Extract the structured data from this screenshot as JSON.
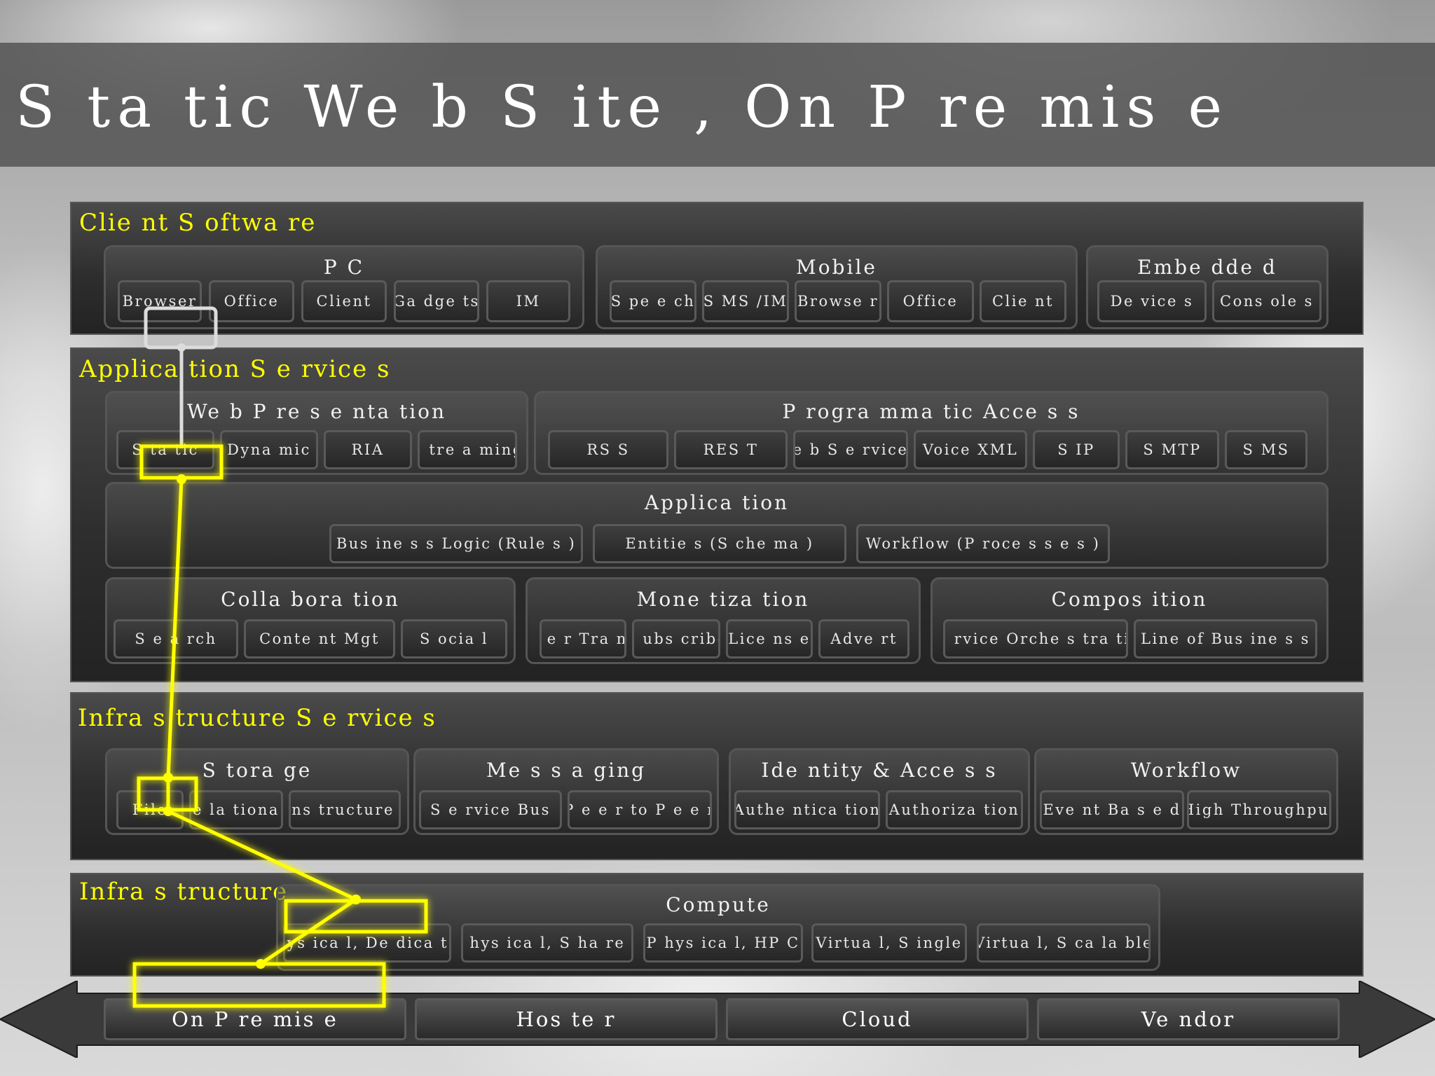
{
  "title": "S ta tic  We b  S ite , On  P re mis e",
  "colors": {
    "highlight": "#ffff00",
    "layer_title": "#ffff00"
  },
  "layers": [
    {
      "title": "Clie nt S oftwa re",
      "groups": [
        {
          "title": "P C",
          "items": [
            "Browser",
            "Office",
            "Client",
            "Ga dge ts",
            "IM"
          ]
        },
        {
          "title": "Mobile",
          "items": [
            "S pe e ch",
            "S MS /IM",
            "Browse r",
            "Office",
            "Clie nt"
          ]
        },
        {
          "title": "Embe dde d",
          "items": [
            "De vice s",
            "Cons ole s"
          ]
        }
      ]
    },
    {
      "title": "Applica tion S e rvice s",
      "groups": [
        {
          "title": "We b P re s e nta tion",
          "items": [
            "S ta tic",
            "Dyna mic",
            "RIA",
            "S tre a ming"
          ]
        },
        {
          "title": "P rogra mma tic Acce s s",
          "items": [
            "RS S",
            "RES T",
            "We b S e rvice s",
            "Voice XML",
            "S IP",
            "S MTP",
            "S MS"
          ]
        },
        {
          "title": "Applica tion",
          "items": [
            "Bus ine s s  Logic (Rule s )",
            "Entitie s  (S che ma )",
            "Workflow (P roce s s e s )"
          ]
        },
        {
          "title": "Colla bora tion",
          "items": [
            "S e a rch",
            "Conte nt Mgt",
            "S ocia l"
          ]
        },
        {
          "title": "Mone tiza tion",
          "items": [
            "P e r Tra ns",
            "S ubs cribe",
            "Lice ns e",
            "Adve rt"
          ]
        },
        {
          "title": "Compos ition",
          "items": [
            "S e rvice  Orche s tra tion",
            "Line  of Bus ine s s"
          ]
        }
      ]
    },
    {
      "title": "Infra s tructure  S e rvice s",
      "groups": [
        {
          "title": "S tora ge",
          "items": [
            "File",
            "Re la tiona l",
            "Uns tructure d"
          ]
        },
        {
          "title": "Me s s a ging",
          "items": [
            "S e rvice  Bus",
            "P e e r to P e e r"
          ]
        },
        {
          "title": "Ide ntity & Acce s s",
          "items": [
            "Authe ntica tion",
            "Authoriza tion"
          ]
        },
        {
          "title": "Workflow",
          "items": [
            "Eve nt Ba s e d",
            "High Throughput"
          ]
        }
      ]
    },
    {
      "title": "Infra s tructure",
      "groups": [
        {
          "title": "Compute",
          "items": [
            "P hys ica l, De dica te d",
            "P hys ica l, S ha re d",
            "P hys ica l, HP C",
            "Virtua l, S ingle",
            "Virtua l, S ca la ble"
          ]
        }
      ]
    }
  ],
  "hosting": [
    "On P re mis e",
    "Hos te r",
    "Cloud",
    "Ve ndor"
  ]
}
